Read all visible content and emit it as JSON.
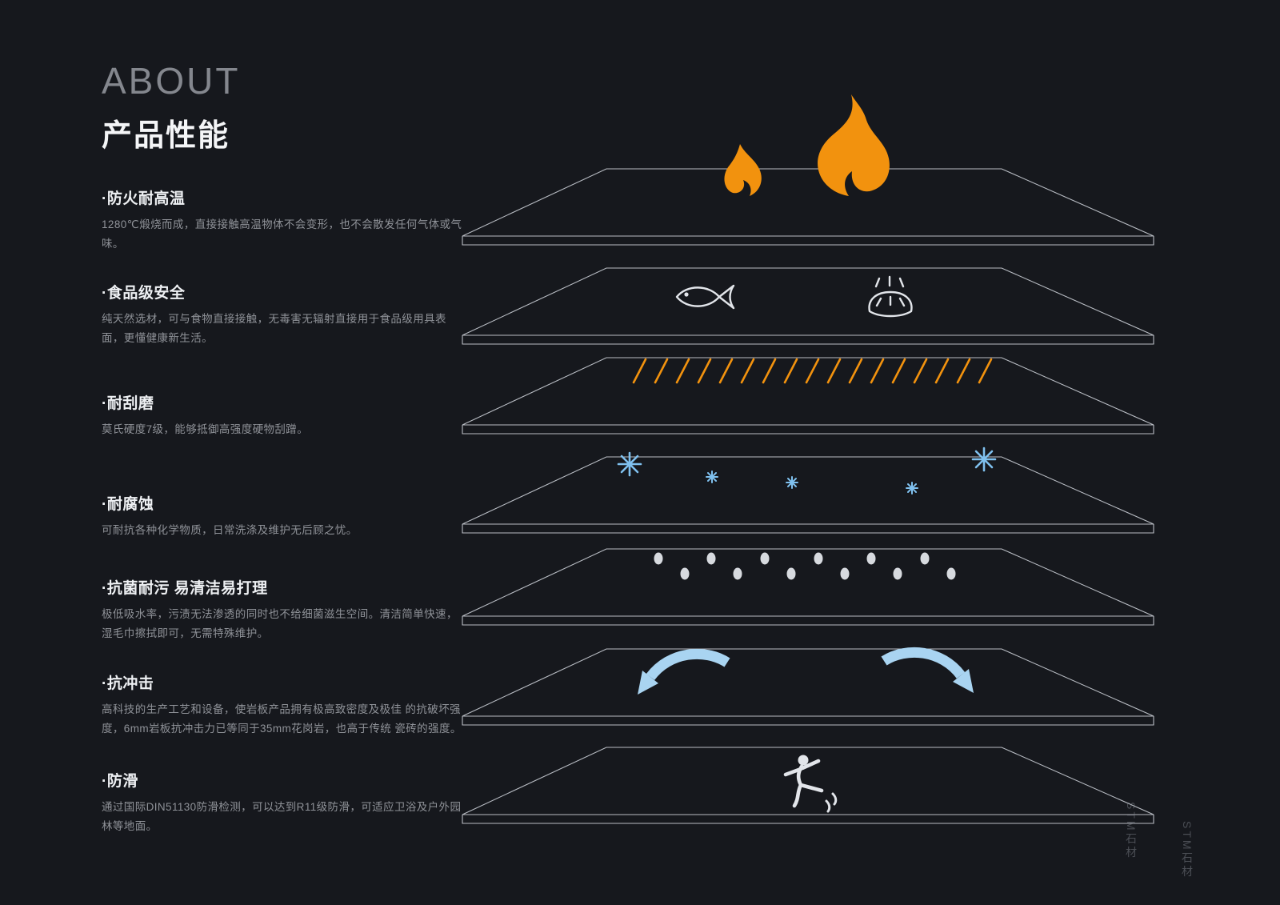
{
  "page": {
    "title_en": "ABOUT",
    "title_zh": "产品性能"
  },
  "accent": {
    "bg": "#16181d",
    "line": "#b9bdc4",
    "orange": "#f2920e",
    "blue": "#7fc0ee",
    "blue_light": "#a9d4f1",
    "icon_white": "#e2e5ea",
    "text_grey": "#8f9298"
  },
  "features": [
    {
      "title": "·防火耐高温",
      "desc": "1280℃煅烧而成，直接接触高温物体不会变形，也不会散发任何气体或气味。",
      "icon": "flame-icon"
    },
    {
      "title": "·食品级安全",
      "desc": "纯天然选材，可与食物直接接触，无毒害无辐射直接用于食品级用具表面，更懂健康新生活。",
      "icon": "fish-bread-icons"
    },
    {
      "title": "·耐刮磨",
      "desc": "莫氏硬度7级，能够抵御高强度硬物刮蹭。",
      "icon": "scratch-marks-icon"
    },
    {
      "title": "·耐腐蚀",
      "desc": "可耐抗各种化学物质，日常洗涤及维护无后顾之忧。",
      "icon": "snowflake-icons"
    },
    {
      "title": "·抗菌耐污 易清洁易打理",
      "desc": "极低吸水率，污渍无法渗透的同时也不给细菌滋生空间。清洁简单快速，湿毛巾擦拭即可，无需特殊维护。",
      "icon": "droplet-icons"
    },
    {
      "title": "·抗冲击",
      "desc": "高科技的生产工艺和设备，使岩板产品拥有极高致密度及极佳 的抗破坏强度，6mm岩板抗冲击力已等同于35mm花岗岩，也高于传统 瓷砖的强度。",
      "icon": "impact-arrows-icon"
    },
    {
      "title": "·防滑",
      "desc": "通过国际DIN51130防滑检测，可以达到R11级防滑，可适应卫浴及户外园林等地面。",
      "icon": "slipping-person-icon"
    }
  ],
  "watermark": {
    "text": "STM石材"
  }
}
